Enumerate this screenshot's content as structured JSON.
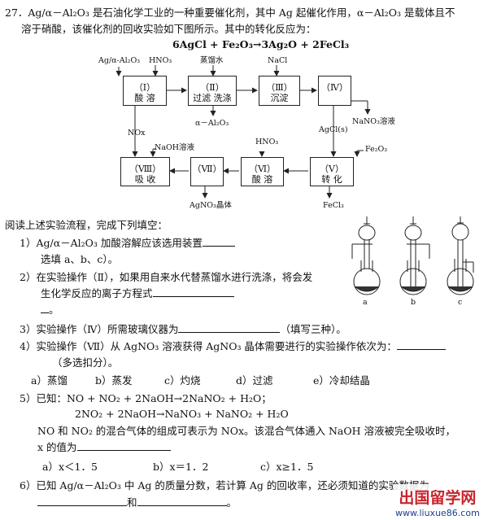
{
  "intro": {
    "line1": "27．Ag/α－Al₂O₃ 是石油化学工业的一种重要催化剂，其中 Ag 起催化作用，α－Al₂O₃ 是载体且不",
    "line2": "溶于硝酸，该催化剂的回收实验如下图所示。其中的转化反应为：",
    "reaction": "6AgCl + Fe₂O₃→3Ag₂O + 2FeCl₃"
  },
  "flow": {
    "boxes": [
      {
        "num": "（Ⅰ）",
        "name": "酸 溶"
      },
      {
        "num": "（Ⅱ）",
        "name": "过滤 洗涤"
      },
      {
        "num": "（Ⅲ）",
        "name": "沉淀"
      },
      {
        "num": "（Ⅳ）",
        "name": ""
      },
      {
        "num": "（Ⅴ）",
        "name": "转 化"
      },
      {
        "num": "（Ⅵ）",
        "name": "酸 溶"
      },
      {
        "num": "（Ⅶ）",
        "name": ""
      },
      {
        "num": "（Ⅷ）",
        "name": "吸 收"
      }
    ],
    "labels": {
      "feed": "Ag/α-Al₂O₃",
      "hno3_top": "HNO₃",
      "distilled_water": "蒸馏水",
      "nacl": "NaCl",
      "al2o3_out": "α－Al₂O₃",
      "nano3_sol": "NaNO₃溶液",
      "nox": "NOx",
      "naoh_sol": "NaOH溶液",
      "hno3_mid": "HNO₃",
      "agcl": "AgCl(s)",
      "fe2o3": "Fe₂O₃",
      "agno3_crystal": "AgNO₃晶体",
      "fecl3": "FeCl₃"
    }
  },
  "instruction": "阅读上述实验流程，完成下列填空：",
  "q1": {
    "a": "1）Ag/α－Al₂O₃ 加酸溶解应该选用装置",
    "b": "选填 a、b、c）。"
  },
  "q2": {
    "a": "2）在实验操作（Ⅱ），如果用自来水代替蒸馏水进行洗涤，将会发",
    "b": "生化学反应的离子方程式",
    "c": "。"
  },
  "apparatus_labels": [
    "a",
    "b",
    "c"
  ],
  "q3": {
    "a": "3）实验操作（Ⅳ）所需玻璃仪器为",
    "b": "（填写三种）。"
  },
  "q4": {
    "a": "4）实验操作（Ⅶ）从 AgNO₃ 溶液获得 AgNO₃ 晶体需要进行的实验操作依次为：",
    "b": "（多选扣分）。"
  },
  "q4_options": [
    "a）蒸馏",
    "b）蒸发",
    "c）灼烧",
    "d）过滤",
    "e）冷却结晶"
  ],
  "q5": {
    "a": "5）已知：NO + NO₂ + 2NaOH→2NaNO₂ + H₂O；",
    "eq2": "2NO₂ + 2NaOH→NaNO₃ + NaNO₂ + H₂O",
    "b": "NO 和 NO₂ 的混合气体的组成可表示为 NOx。该混合气体通入 NaOH 溶液被完全吸收时，",
    "c": "x 的值为"
  },
  "q5_options": [
    "a）x＜1．5",
    "b）x＝1．2",
    "c）x≥1．5"
  ],
  "q6": {
    "a": "6）已知 Ag/α－Al₂O₃ 中 Ag 的质量分数，若计算 Ag 的回收率，还必须知道的实验数据为",
    "b": "和",
    "c": "。"
  },
  "watermark": {
    "title": "出国留学网",
    "url": "www.liuxue86.com"
  }
}
